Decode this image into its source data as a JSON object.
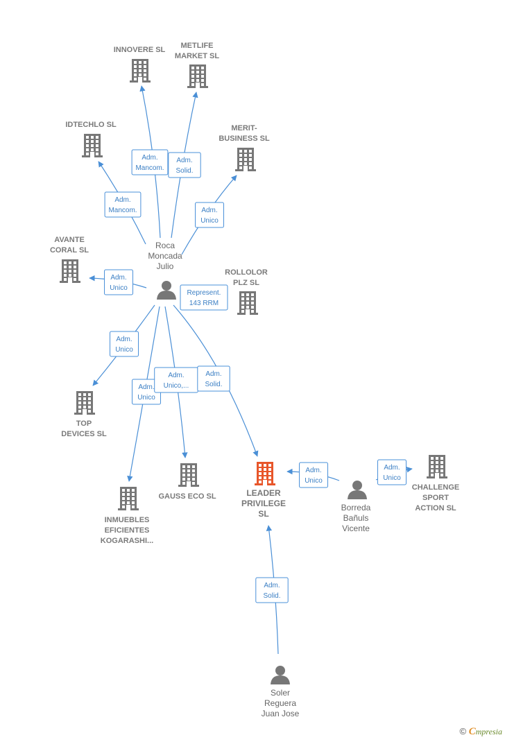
{
  "colors": {
    "edge": "#4a8fd6",
    "company": "#777777",
    "main": "#e8562a",
    "person": "#777777"
  },
  "nodes": [
    {
      "id": "innovere",
      "type": "company",
      "label": [
        "INNOVERE SL"
      ]
    },
    {
      "id": "metlife",
      "type": "company",
      "label": [
        "METLIFE",
        "MARKET  SL"
      ]
    },
    {
      "id": "idtechlo",
      "type": "company",
      "label": [
        "IDTECHLO SL"
      ]
    },
    {
      "id": "merit",
      "type": "company",
      "label": [
        "MERIT-",
        "BUSINESS  SL"
      ]
    },
    {
      "id": "avante",
      "type": "company",
      "label": [
        "AVANTE",
        "CORAL  SL"
      ]
    },
    {
      "id": "rollolor",
      "type": "company",
      "label": [
        "ROLLOLOR",
        "PLZ SL"
      ]
    },
    {
      "id": "top",
      "type": "company",
      "label": [
        "TOP",
        "DEVICES SL"
      ]
    },
    {
      "id": "gauss",
      "type": "company",
      "label": [
        "GAUSS ECO SL"
      ]
    },
    {
      "id": "inmuebles",
      "type": "company",
      "label": [
        "INMUEBLES",
        "EFICIENTES",
        "KOGARASHI..."
      ]
    },
    {
      "id": "leader",
      "type": "main",
      "label": [
        "LEADER",
        "PRIVILEGE",
        "SL"
      ]
    },
    {
      "id": "challenge",
      "type": "company",
      "label": [
        "CHALLENGE",
        "SPORT",
        "ACTION  SL"
      ]
    },
    {
      "id": "roca",
      "type": "person",
      "label": [
        "Roca",
        "Moncada",
        "Julio"
      ]
    },
    {
      "id": "borreda",
      "type": "person",
      "label": [
        "Borreda",
        "Bañuls",
        "Vicente"
      ]
    },
    {
      "id": "soler",
      "type": "person",
      "label": [
        "Soler",
        "Reguera",
        "Juan Jose"
      ]
    }
  ],
  "edges": [
    {
      "from": "roca",
      "to": "innovere",
      "label": [
        "Adm.",
        "Mancom."
      ]
    },
    {
      "from": "roca",
      "to": "metlife",
      "label": [
        "Adm.",
        "Solid."
      ]
    },
    {
      "from": "roca",
      "to": "idtechlo",
      "label": [
        "Adm.",
        "Mancom."
      ]
    },
    {
      "from": "roca",
      "to": "merit",
      "label": [
        "Adm.",
        "Unico"
      ]
    },
    {
      "from": "roca",
      "to": "avante",
      "label": [
        "Adm.",
        "Unico"
      ]
    },
    {
      "from": "roca",
      "to": "rollolor",
      "label": [
        "Represent.",
        "143 RRM"
      ]
    },
    {
      "from": "roca",
      "to": "top",
      "label": [
        "Adm.",
        "Unico"
      ]
    },
    {
      "from": "roca",
      "to": "inmuebles",
      "label": [
        "Adm.",
        "Unico"
      ]
    },
    {
      "from": "roca",
      "to": "gauss",
      "label": [
        "Adm.",
        "Unico,..."
      ]
    },
    {
      "from": "roca",
      "to": "leader",
      "label": [
        "Adm.",
        "Solid."
      ]
    },
    {
      "from": "borreda",
      "to": "leader",
      "label": [
        "Adm.",
        "Unico"
      ]
    },
    {
      "from": "borreda",
      "to": "challenge",
      "label": [
        "Adm.",
        "Unico"
      ]
    },
    {
      "from": "soler",
      "to": "leader",
      "label": [
        "Adm.",
        "Solid."
      ]
    }
  ],
  "footer": {
    "copyright": "©",
    "brand_initial": "C",
    "brand_rest": "mpresia"
  }
}
